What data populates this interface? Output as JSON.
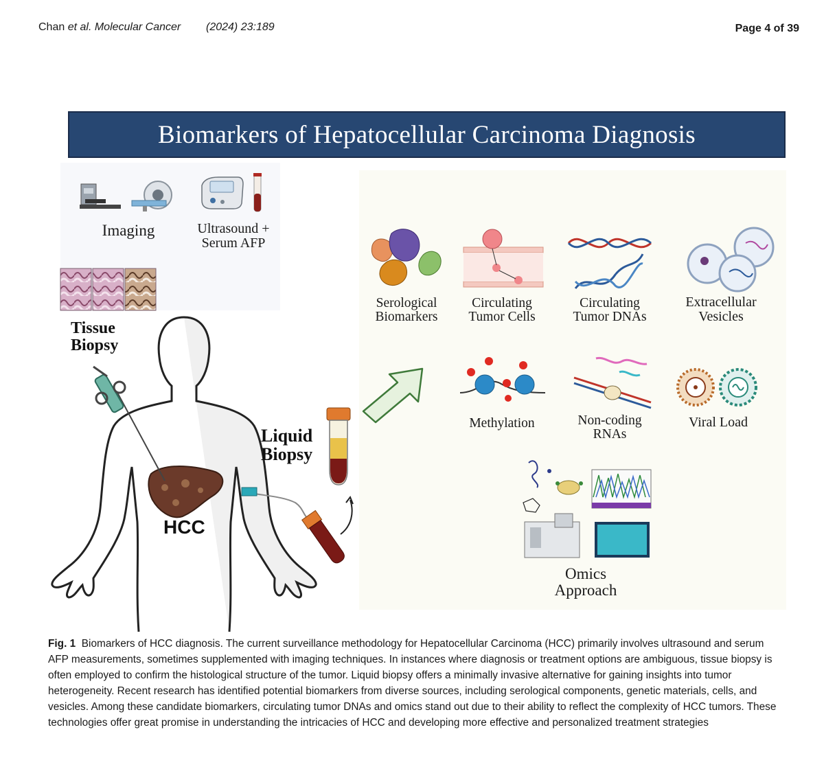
{
  "header": {
    "authors": "Chan ",
    "etal": "et al. Molecular Cancer",
    "citation": "(2024) 23:189",
    "page": "Page 4 of 39"
  },
  "figure": {
    "title": "Biomarkers of Hepatocellular Carcinoma Diagnosis",
    "left": {
      "imaging": "Imaging",
      "ultrasound_line1": "Ultrasound +",
      "ultrasound_line2": "Serum AFP",
      "tissue_line1": "Tissue",
      "tissue_line2": "Biopsy",
      "liquid_line1": "Liquid",
      "liquid_line2": "Biopsy",
      "hcc": "HCC"
    },
    "biomarkers": [
      {
        "line1": "Serological",
        "line2": "Biomarkers"
      },
      {
        "line1": "Circulating",
        "line2": "Tumor Cells"
      },
      {
        "line1": "Circulating",
        "line2": "Tumor DNAs"
      },
      {
        "line1": "Extracellular",
        "line2": "Vesicles"
      },
      {
        "line1": "Methylation",
        "line2": ""
      },
      {
        "line1": "Non-coding",
        "line2": "RNAs"
      },
      {
        "line1": "Viral Load",
        "line2": ""
      },
      {
        "line1": "Omics",
        "line2": "Approach"
      }
    ],
    "colors": {
      "banner": "#274772",
      "arrow": "#e6f2de",
      "arrow_stroke": "#3f7a3a",
      "liver": "#6b3a2a"
    }
  },
  "caption": {
    "label": "Fig. 1",
    "text": "Biomarkers of HCC diagnosis. The current surveillance methodology for Hepatocellular Carcinoma (HCC) primarily involves ultrasound and serum AFP measurements, sometimes supplemented with imaging techniques. In instances where diagnosis or treatment options are ambiguous, tissue biopsy is often employed to confirm the histological structure of the tumor. Liquid biopsy offers a minimally invasive alternative for gaining insights into tumor heterogeneity. Recent research has identified potential biomarkers from diverse sources, including serological components, genetic materials, cells, and vesicles. Among these candidate biomarkers, circulating tumor DNAs and omics stand out due to their ability to reflect the complexity of HCC tumors. These technologies offer great promise in understanding the intricacies of HCC and developing more effective and personalized treatment strategies"
  }
}
